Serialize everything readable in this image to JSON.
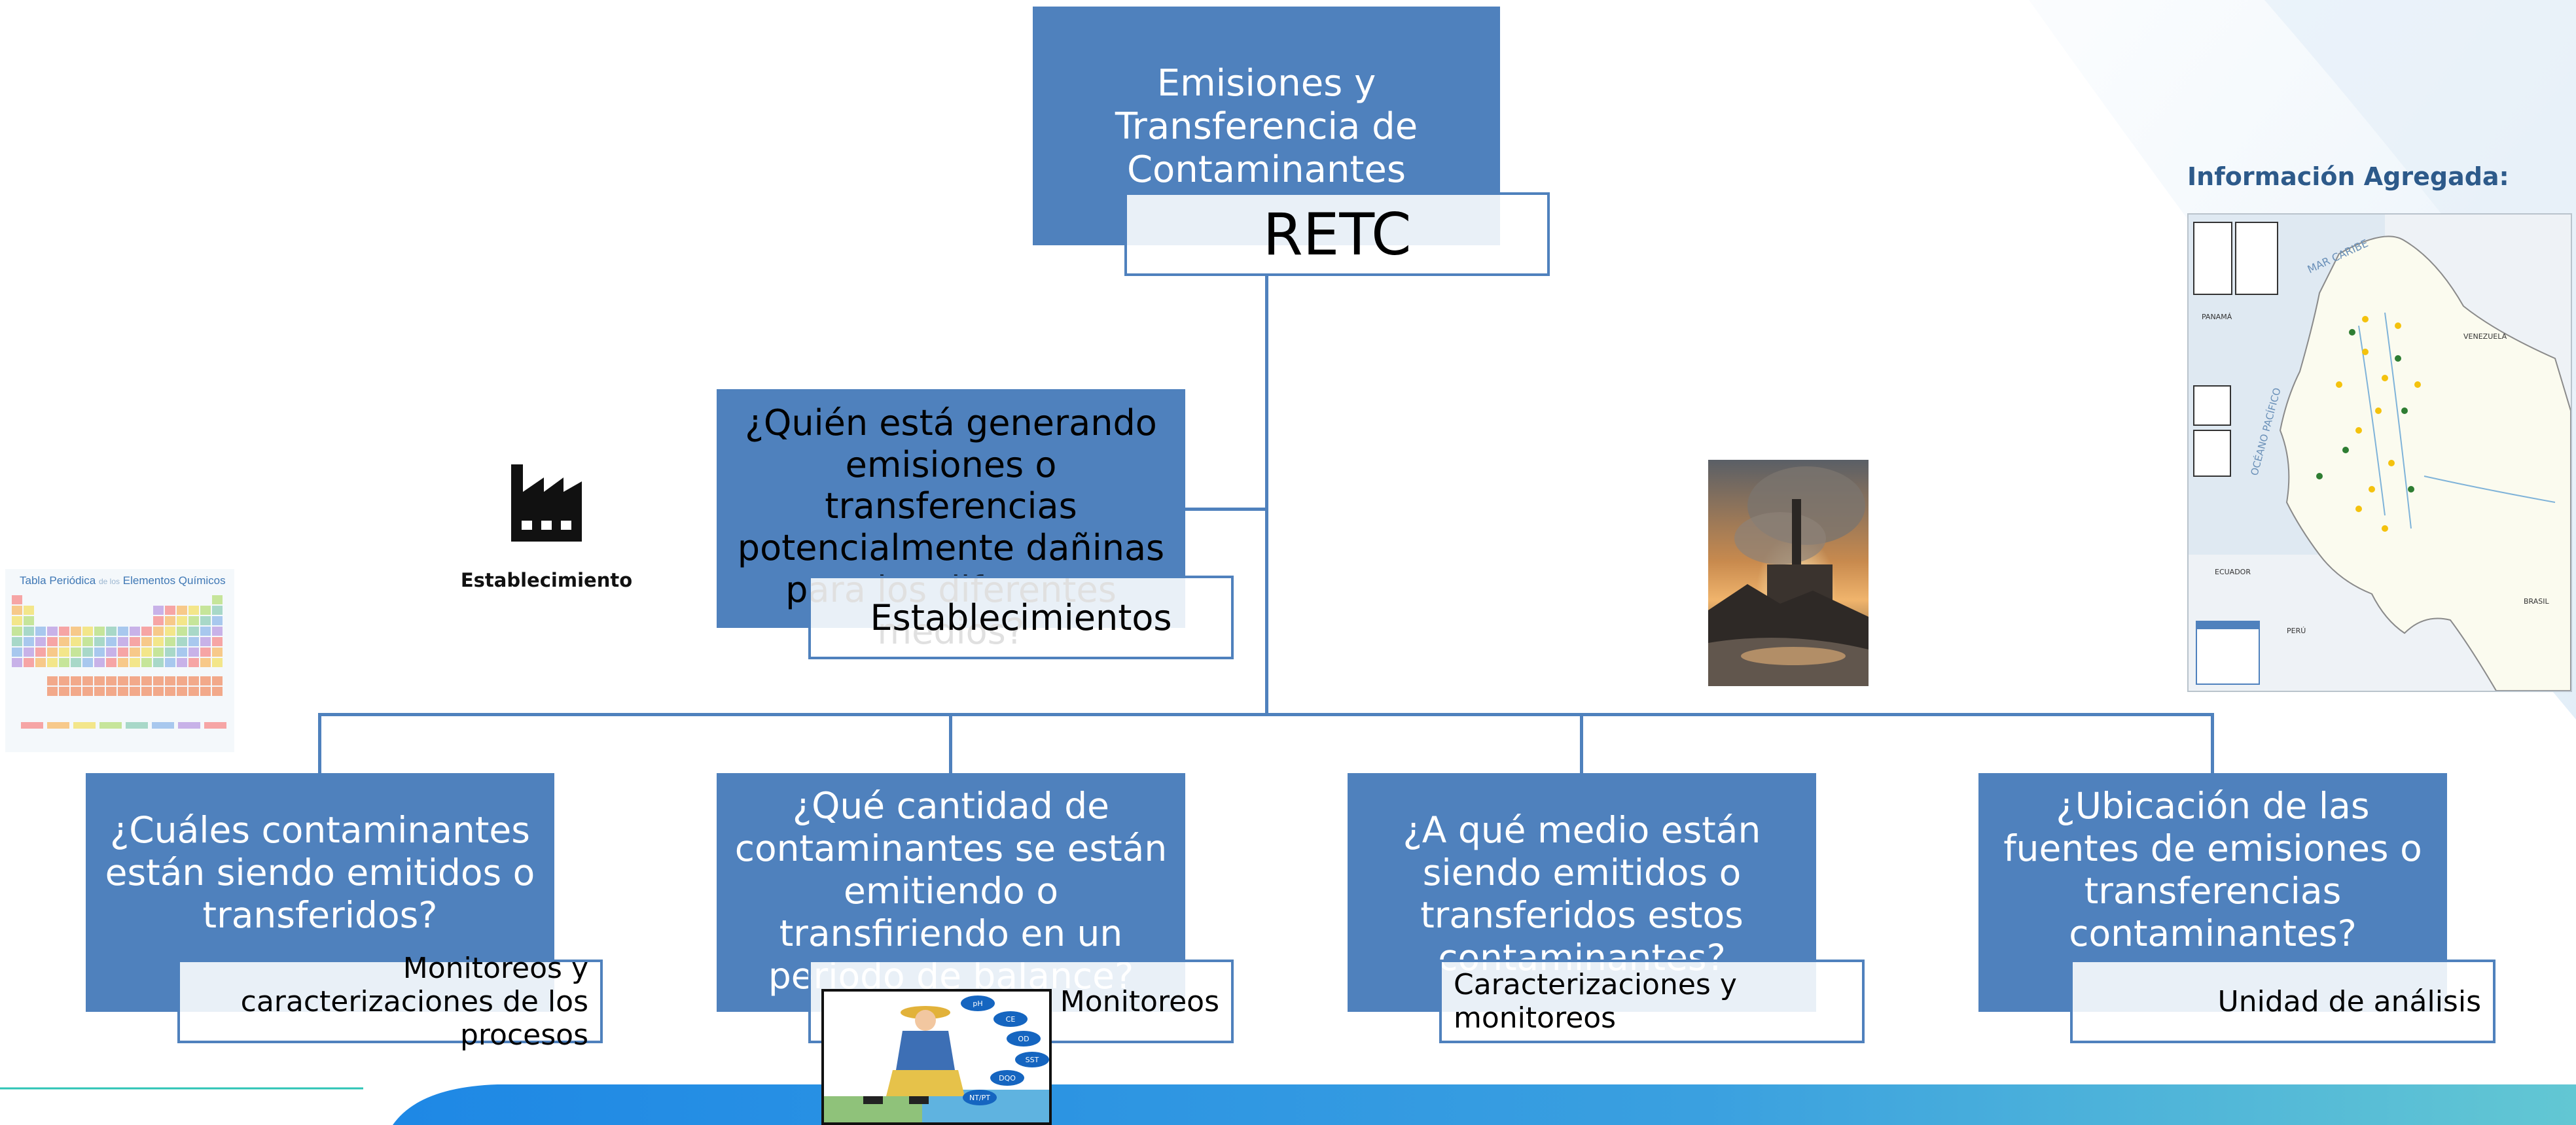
{
  "root": {
    "title": "Emisiones y Transferencia de Contaminantes",
    "label": "RETC"
  },
  "who": {
    "question": "¿Quién está generando emisiones o transferencias potencialmente dañinas para los diferentes medios?",
    "label": "Establecimientos"
  },
  "children": [
    {
      "question": "¿Cuáles contaminantes están siendo emitidos o transferidos?",
      "label": "Monitoreos y caracterizaciones de los procesos"
    },
    {
      "question": "¿Qué cantidad de contaminantes se están emitiendo o transfiriendo en un periodo de balance?",
      "label": "Monitoreos"
    },
    {
      "question": "¿A qué medio están siendo emitidos o transferidos estos contaminantes?",
      "label": "Caracterizaciones y monitoreos"
    },
    {
      "question": "¿Ubicación de las fuentes de emisiones o transferencias contaminantes?",
      "label": "Unidad de análisis"
    }
  ],
  "factory": {
    "caption": "Establecimiento",
    "icon": "factory-icon"
  },
  "periodic_table": {
    "title_part1": "Tabla Periódica",
    "title_part2": "de los",
    "title_part3": "Elementos Químicos"
  },
  "map": {
    "heading": "Información Agregada:",
    "labels": {
      "sea": "MAR CARIBE",
      "ocean": "OCÉANO PACÍFICO",
      "panama": "PANAMÁ",
      "venezuela": "VENEZUELA",
      "ecuador": "ECUADOR",
      "peru": "PERÚ",
      "brasil": "BRASIL"
    }
  },
  "monitor_tags": [
    "pH",
    "CE",
    "OD",
    "SST",
    "DQO",
    "NT/PT"
  ],
  "colors": {
    "box": "#4f81bd",
    "connector": "#4f81bd",
    "banner_start": "#1976d2",
    "banner_end": "#5cc6d6"
  }
}
